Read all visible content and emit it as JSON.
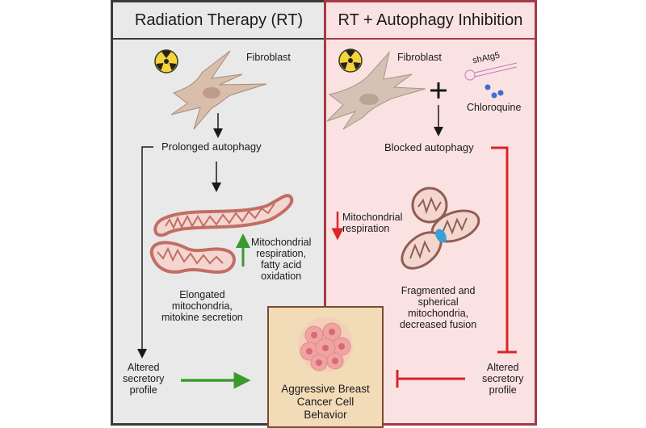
{
  "left_panel": {
    "title": "Radiation Therapy (RT)",
    "cell_label": "Fibroblast",
    "step1": "Prolonged autophagy",
    "effect_lines": [
      "Mitochondrial",
      "respiration,",
      "fatty acid",
      "oxidation"
    ],
    "mito_lines": [
      "Elongated",
      "mitochondria,",
      "mitokine secretion"
    ],
    "secretory_lines": [
      "Altered",
      "secretory",
      "profile"
    ],
    "colors": {
      "background": "#e9e9e9",
      "border": "#3a3a3a",
      "up_arrow": "#3a9a2e"
    }
  },
  "right_panel": {
    "title": "RT + Autophagy Inhibition",
    "cell_label": "Fibroblast",
    "inhibitor1": "shAtg5",
    "inhibitor2": "Chloroquine",
    "plus": "+",
    "step1": "Blocked autophagy",
    "effect_lines": [
      "Mitochondrial",
      "respiration"
    ],
    "mito_lines": [
      "Fragmented and",
      "spherical",
      "mitochondria,",
      "decreased fusion"
    ],
    "secretory_lines": [
      "Altered",
      "secretory",
      "profile"
    ],
    "colors": {
      "background": "#fbe2e2",
      "border": "#a43a44",
      "inhibit": "#d8262a"
    }
  },
  "outcome": {
    "lines": [
      "Aggressive Breast",
      "Cancer Cell",
      "Behavior"
    ],
    "colors": {
      "background": "#f2dcb8",
      "border": "#7a4a35"
    }
  }
}
